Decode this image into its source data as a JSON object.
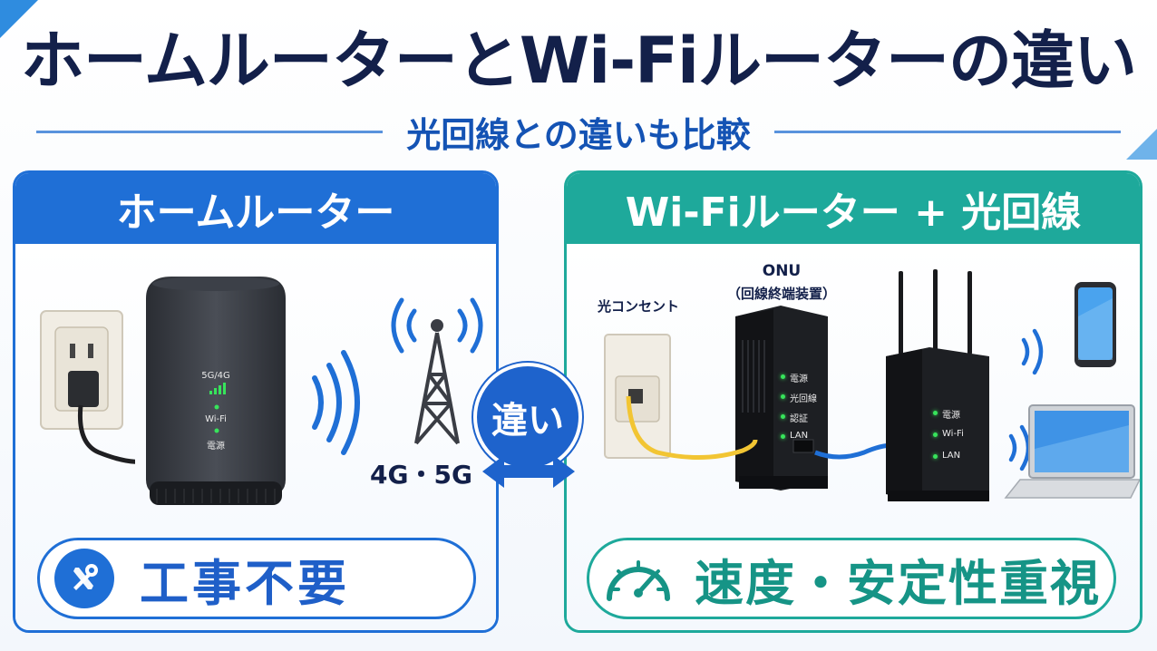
{
  "title": "ホームルーターとWi-Fiルーターの違い",
  "subtitle": "光回線との違いも比較",
  "left_panel": {
    "header": "ホームルーター",
    "router_labels": [
      "5G/4G",
      "Wi-Fi",
      "電源"
    ],
    "tower_label": "4G・5G",
    "pill_text": "工事不要",
    "pill_icon": "tools-icon"
  },
  "center": {
    "badge": "違い"
  },
  "right_panel": {
    "header": "Wi-Fiルーター + 光回線",
    "outlet_label": "光コンセント",
    "onu_label": "ONU",
    "onu_sublabel": "（回線終端装置）",
    "onu_leds": [
      "電源",
      "光回線",
      "認証",
      "LAN"
    ],
    "router_leds": [
      "電源",
      "Wi-Fi",
      "LAN"
    ],
    "pill_text": "速度・安定性重視",
    "pill_icon": "speedometer-icon"
  },
  "colors": {
    "blue": "#1f6fd6",
    "teal": "#1ea99b",
    "navy": "#13204a"
  }
}
